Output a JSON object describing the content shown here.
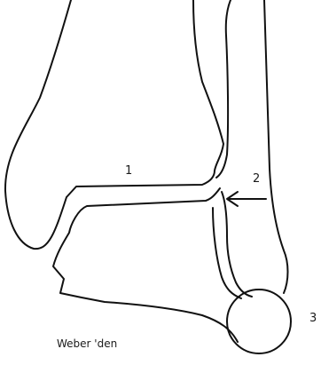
{
  "labels": {
    "joint_space": "1",
    "fibula_line": "2",
    "circle": "3"
  },
  "caption": "Weber 'den"
}
